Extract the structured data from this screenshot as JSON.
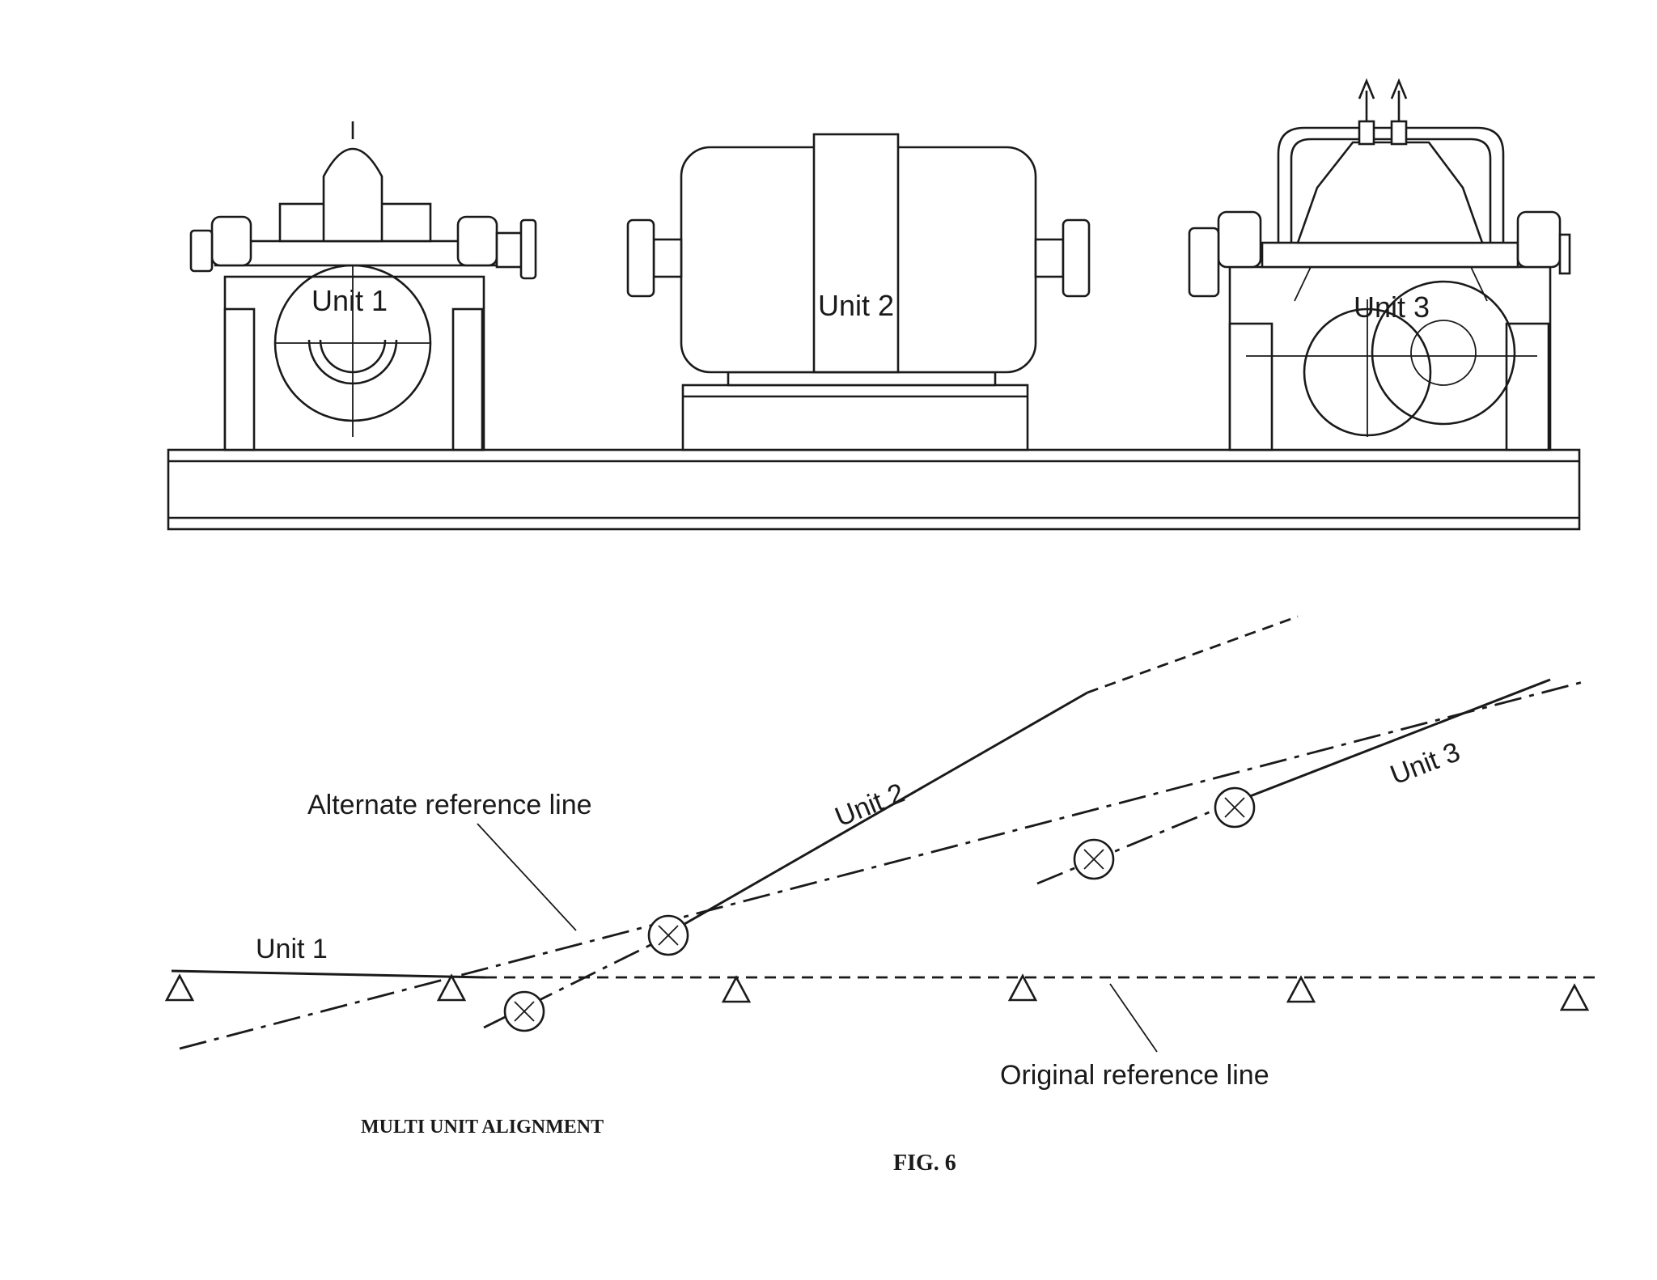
{
  "units": {
    "unit1": "Unit 1",
    "unit2": "Unit 2",
    "unit3": "Unit 3"
  },
  "line_labels": {
    "unit1": "Unit 1",
    "unit2": "Unit 2",
    "unit3": "Unit 3",
    "alternate_reference": "Alternate reference line",
    "original_reference": "Original reference line"
  },
  "caption": {
    "subtitle": "MULTI UNIT ALIGNMENT",
    "figure": "FIG. 6"
  }
}
